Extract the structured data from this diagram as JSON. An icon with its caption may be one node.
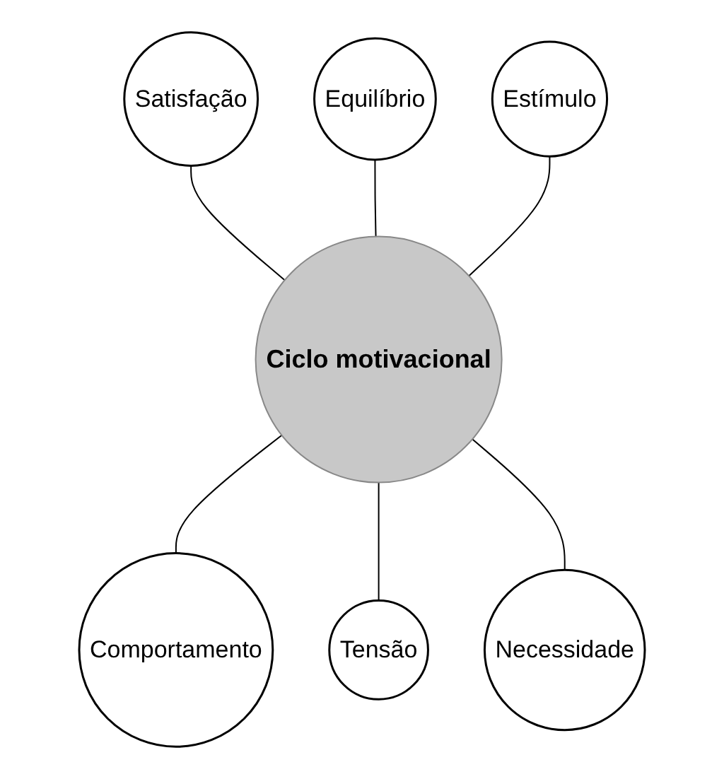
{
  "diagram": {
    "nodes": [
      {
        "text": [
          "Ciclo motivacional"
        ]
      },
      {
        "text": [
          "Equilíbrio"
        ]
      },
      {
        "text": [
          "Estímulo"
        ]
      },
      {
        "text": [
          "Necessidade"
        ]
      },
      {
        "text": [
          "Tensão"
        ]
      },
      {
        "text": [
          "Comportamento"
        ]
      },
      {
        "text": [
          "Satisfação"
        ]
      }
    ],
    "edges": [
      {
        "from": 6,
        "to": 0,
        "arrow": "none"
      },
      {
        "from": 1,
        "to": 0,
        "arrow": "none"
      },
      {
        "from": 2,
        "to": 0,
        "arrow": "none"
      },
      {
        "from": 0,
        "to": 5,
        "arrow": "none"
      },
      {
        "from": 0,
        "to": 4,
        "arrow": "none"
      },
      {
        "from": 0,
        "to": 3,
        "arrow": "none"
      }
    ]
  }
}
